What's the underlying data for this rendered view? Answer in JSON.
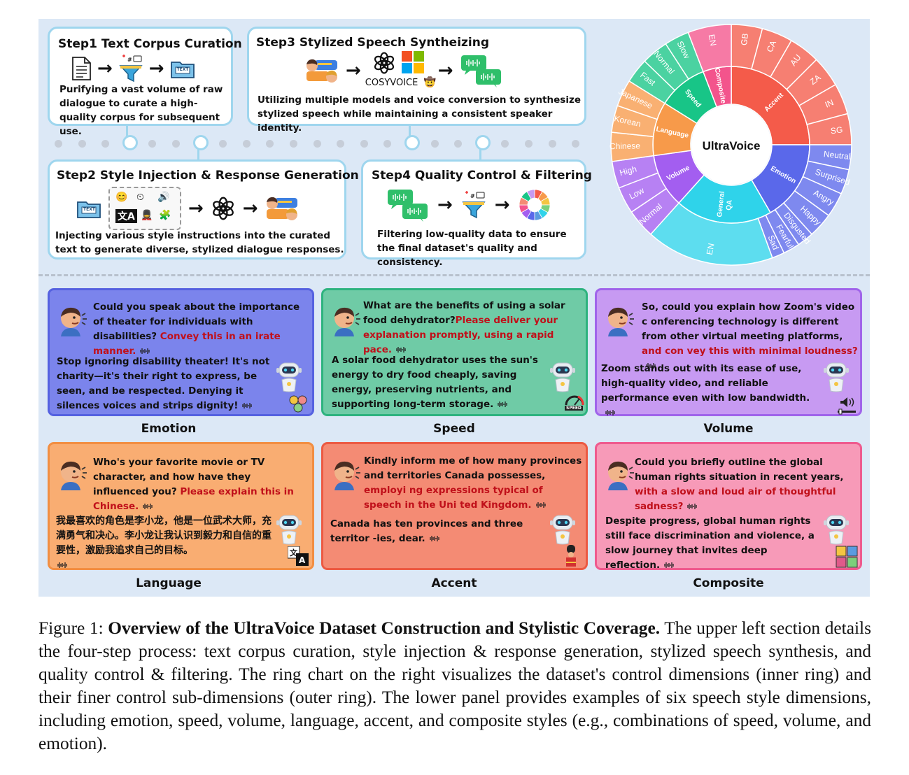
{
  "steps": {
    "step1": {
      "title": "Step1 Text Corpus Curation",
      "desc": "Purifying a vast volume of raw dialogue to curate a high-quality corpus for subsequent use."
    },
    "step2": {
      "title": "Step2 Style Injection & Response Generation",
      "desc": "Injecting various style instructions into the curated text to generate diverse, stylized dialogue responses."
    },
    "step3": {
      "title": "Step3 Stylized Speech Syntheizing",
      "desc": "Utilizing multiple models and voice conversion to synthesize stylized speech while maintaining a consistent speaker identity.",
      "model_label": "COSYVOICE"
    },
    "step4": {
      "title": "Step4 Quality Control & Filtering",
      "desc": "Filtering low-quality data to ensure the final dataset's quality and consistency."
    },
    "text_icon_label": "TEXT",
    "speed_icon_label": "SPEED"
  },
  "ring": {
    "center": "UltraVoice",
    "inner": [
      {
        "label": "Accent",
        "color": "#f45b4a"
      },
      {
        "label": "Emotion",
        "color": "#5a68ea"
      },
      {
        "label": "General QA",
        "color": "#2fd3ea"
      },
      {
        "label": "Volume",
        "color": "#a35ef0"
      },
      {
        "label": "Language",
        "color": "#f79a4a"
      },
      {
        "label": "Speed",
        "color": "#18c587"
      },
      {
        "label": "Composite",
        "color": "#f3548c"
      }
    ],
    "outer": [
      {
        "label": "GB",
        "group": "Accent"
      },
      {
        "label": "CA",
        "group": "Accent"
      },
      {
        "label": "AU",
        "group": "Accent"
      },
      {
        "label": "ZA",
        "group": "Accent"
      },
      {
        "label": "IN",
        "group": "Accent"
      },
      {
        "label": "SG",
        "group": "Accent"
      },
      {
        "label": "Neutral",
        "group": "Emotion"
      },
      {
        "label": "Surprised",
        "group": "Emotion"
      },
      {
        "label": "Angry",
        "group": "Emotion"
      },
      {
        "label": "Happy",
        "group": "Emotion"
      },
      {
        "label": "Disgusted",
        "group": "Emotion"
      },
      {
        "label": "Fearful",
        "group": "Emotion"
      },
      {
        "label": "Sad",
        "group": "Emotion"
      },
      {
        "label": "EN",
        "group": "General QA"
      },
      {
        "label": "Normal",
        "group": "Volume"
      },
      {
        "label": "Low",
        "group": "Volume"
      },
      {
        "label": "High",
        "group": "Volume"
      },
      {
        "label": "Chinese",
        "group": "Language"
      },
      {
        "label": "Korean",
        "group": "Language"
      },
      {
        "label": "Japanese",
        "group": "Language"
      },
      {
        "label": "Fast",
        "group": "Speed"
      },
      {
        "label": "Normal",
        "group": "Speed"
      },
      {
        "label": "Slow",
        "group": "Speed"
      },
      {
        "label": "EN",
        "group": "Composite"
      }
    ]
  },
  "examples": {
    "emotion": {
      "q": "Could you speak about the importance of theater for individuals with disabilities?",
      "q_style": "Convey this in an irate manner.",
      "a": "Stop ignoring disability theater! It's not charity—it's their right to express, be seen, and be respected. Denying it silences voices and strips dignity!",
      "label": "Emotion"
    },
    "speed": {
      "q": "What are the benefits of using a solar food dehydrator?",
      "q_style": "Please deliver your explanation promptly, using a rapid pace.",
      "a": "A solar food dehydrator uses the sun's energy to dry food cheaply, saving energy, preserving nutrients, and supporting long-term storage.",
      "label": "Speed"
    },
    "volume": {
      "q": "So, could you explain how Zoom's video c onferencing technology is different from other virtual meeting platforms,",
      "q_style": "and con vey this with minimal loudness?",
      "a": "Zoom stands out with its ease of use, high-quality video, and reliable performance even with low bandwidth.",
      "label": "Volume"
    },
    "language": {
      "q": "Who's your favorite movie or TV character, and how have they influenced you?",
      "q_style": "Please explain this in Chinese.",
      "a": "我最喜欢的角色是李小龙，他是一位武术大师，充满勇气和决心。李小龙让我认识到毅力和自信的重要性，激励我追求自己的目标。",
      "label": "Language"
    },
    "accent": {
      "q": "Kindly inform me of how many provinces and territories Canada possesses,",
      "q_style": "employi ng expressions typical of speech in the Uni ted Kingdom.",
      "a": "Canada has ten provinces and three territor -ies, dear.",
      "label": "Accent"
    },
    "composite": {
      "q": "Could you briefly outline the global human rights situation in recent years,",
      "q_style": "with a slow and loud air of thoughtful sadness?",
      "a": "Despite progress, global human rights still face discrimination and violence, a slow journey that invites deep reflection.",
      "label": "Composite"
    }
  },
  "caption": {
    "prefix": "Figure 1: ",
    "bold": "Overview of the UltraVoice Dataset Construction and Stylistic Coverage.",
    "body": " The upper left section details the four-step process: text corpus curation, style injection & response generation, stylized speech synthesis, and quality control & filtering. The ring chart on the right visualizes the dataset's control dimensions (inner ring) and their finer control sub-dimensions (outer ring). The lower panel provides examples of six speech style dimensions, including emotion, speed, volume, language, accent, and composite styles (e.g., combinations of speed, volume, and emotion)."
  },
  "colors": {
    "emotion_bg": "#7b84ec",
    "emotion_border": "#5561e0",
    "speed_bg": "#6fcba6",
    "speed_border": "#2eb37f",
    "volume_bg": "#c79af2",
    "volume_border": "#a064ea",
    "language_bg": "#f9ad72",
    "language_border": "#f28e42",
    "accent_bg": "#f48b74",
    "accent_border": "#ec5a43",
    "composite_bg": "#f79ab8",
    "composite_border": "#ef5a8e"
  }
}
